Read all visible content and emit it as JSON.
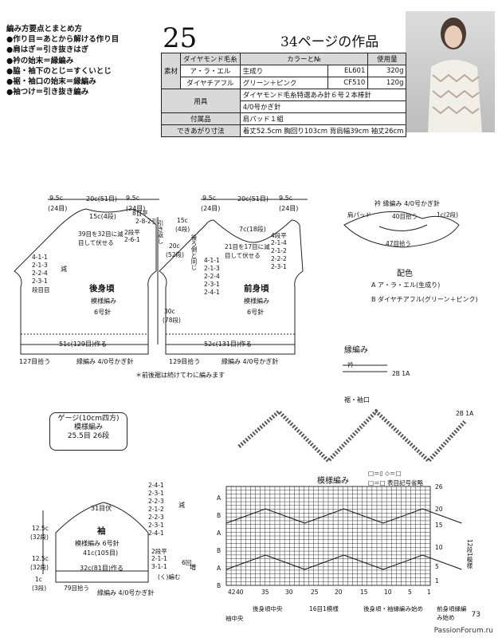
{
  "notes": [
    "編み方要点とまとめ方",
    "●作り目＝あとから解ける作り目",
    "●肩はぎ＝引き抜きはぎ",
    "●衿の始末＝縁編み",
    "●脇・袖下のとじ＝すくいとじ",
    "●裾・袖口の始末＝縁編み",
    "●袖つけ＝引き抜き編み"
  ],
  "pattern_number": "25",
  "pattern_title": "34ページの作品",
  "materials": {
    "label_material": "素材",
    "col_yarn": "ダイヤモンド毛糸",
    "col_color": "カラーと№",
    "col_amount": "使用量",
    "rows": [
      {
        "yarn": "ア・ラ・エル",
        "color": "生成り",
        "code": "EL601",
        "amount": "320g"
      },
      {
        "yarn": "ダイヤチアフル",
        "color": "グリーン＋ピンク",
        "code": "CF510",
        "amount": "120g"
      }
    ],
    "tools_label": "用具",
    "tools": "ダイヤモンド毛糸特選あみ針６号２本棒針",
    "tools2": "4/0号かぎ針",
    "parts_label": "付属品",
    "parts": "肩パッド１組",
    "size_label": "できあがり寸法",
    "size": "着丈52.5cm 胸回り103cm 背肩幅39cm 袖丈26cm"
  },
  "back": {
    "top_left": "9.5c",
    "top_left2": "(24目)",
    "top_mid": "20c(51目)",
    "top_right": "9.5c",
    "top_right2": "(24目)",
    "neck": "15c(4段)",
    "neck_dec": "39目を32目に減目して伏せる",
    "neck_steps": [
      "8目平",
      "2-8-2引",
      "2段平",
      "2-6-1"
    ],
    "shoulder_note": "引き返し",
    "arm_steps": [
      "4-1-1",
      "2-1-3",
      "2-2-4",
      "2-3-1",
      "段目目"
    ],
    "arm_word": "減",
    "title": "後身頃",
    "stitch": "模様編み",
    "needle": "6号針",
    "bottom": "51c(129目)作る",
    "hem_side": "127目拾う",
    "hem": "縁編み 4/0号かぎ針"
  },
  "front": {
    "top_left": "9.5c",
    "top_left2": "(24目)",
    "top_mid": "20c(51目)",
    "top_right": "9.5c",
    "top_right2": "(24目)",
    "neck_v": "7c(18段)",
    "neck_dec": "21目を17目に減目して伏せる",
    "neck_steps": [
      "4段平",
      "2-1-4",
      "2-1-2",
      "2-2-2",
      "2-3-1"
    ],
    "side_h": "15c",
    "side_h2": "(4段)",
    "side_h3": "20c",
    "side_h4": "(52段)",
    "side_h5": "30c",
    "side_h6": "(78段)",
    "arm_steps": [
      "4-1-1",
      "2-1-3",
      "2-2-4",
      "2-3-1",
      "2-4-1"
    ],
    "shoulder": "後ろ側と同じ",
    "title": "前身頃",
    "stitch": "模様編み",
    "needle": "6号針",
    "bottom": "52c(131目)作る",
    "hem_side": "129目拾う",
    "hem": "縁編み 4/0号かぎ針"
  },
  "note_hem": "＊前後裾は続けてわに編みます",
  "collar": {
    "title": "衿 縁編み 4/0号かぎ針",
    "pad": "肩パッド",
    "top": "40目拾う",
    "top_r": "1c(2段)",
    "bottom": "47目拾う"
  },
  "color_plan": {
    "title": "配色",
    "a": "A ア・ラ・エル(生成り)",
    "b": "B ダイヤチアフル(グリーン＋ピンク)"
  },
  "edging": {
    "title": "縁編み",
    "sub": "衿",
    "rows": "2B 1A"
  },
  "hem_edge": {
    "title": "裾・袖口",
    "rows": "2B 1A"
  },
  "gauge": {
    "title": "ゲージ(10cm四方)",
    "stitch": "模様編み",
    "value": "25.5目 26段"
  },
  "sleeve": {
    "top_steps": [
      "2-4-1",
      "2-3-1",
      "2-2-3",
      "2-1-2",
      "2-2-3",
      "2-3-1",
      "2-4-1"
    ],
    "top_word": "減",
    "cap": "31目伏",
    "title": "袖",
    "stitch": "模様編み 6号針",
    "width": "41c(105目)",
    "cast": "32c(81目)作る",
    "inc_steps": [
      "2段平",
      "2-1-1",
      "3-1-1"
    ],
    "inc_word": "増",
    "inc_note": "6回",
    "inc_note2": "(く)編む",
    "h1": "12.5c",
    "h2": "(32段)",
    "h3": "12.5c",
    "h4": "(32段)",
    "h5": "1c",
    "h6": "(3段)",
    "hem_count": "79目拾う",
    "hem": "縁編み 4/0号かぎ針"
  },
  "chart": {
    "title": "模様編み",
    "legend1": "□＝▯ ◇＝□",
    "legend2": "□＝□ 表目記号省略",
    "row_labels": [
      "26",
      "20",
      "15",
      "10",
      "5",
      "1"
    ],
    "col_labels": [
      "42",
      "40",
      "35",
      "30",
      "25",
      "20",
      "15",
      "10",
      "5",
      "1"
    ],
    "left_labels": [
      "A",
      "B",
      "A",
      "B",
      "A",
      "B"
    ],
    "repeat": "16目1模様",
    "center": "袖中央",
    "back_center": "後身頃中央",
    "hem_start": "後身頃・袖縁編み始め",
    "front_start": "前身頃縁編み始め",
    "side_note": "12段1模様"
  },
  "page_number": "73",
  "watermark": "PassionForum.ru"
}
